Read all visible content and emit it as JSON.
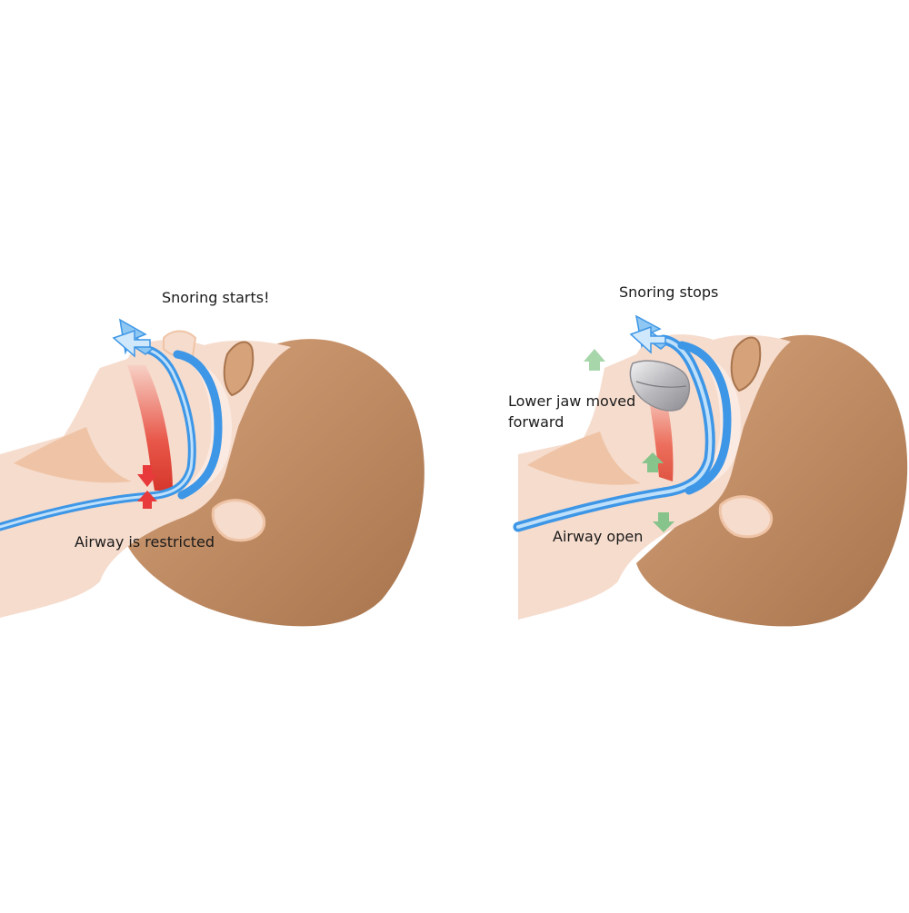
{
  "left_panel": {
    "title": "Snoring starts!",
    "airway_label": "Airway is restricted"
  },
  "right_panel": {
    "title": "Snoring stops",
    "jaw_label_line1": "Lower jaw moved",
    "jaw_label_line2": "forward",
    "airway_label": "Airway open"
  },
  "colors": {
    "skin": "#f6dccd",
    "skin_dark": "#efc4a6",
    "hair": "#c48f66",
    "hair_dark": "#a8744d",
    "airway_blue": "#3d96e6",
    "restriction_red": "#e83a3a",
    "throat_red": "#e86a55",
    "jaw_arrow_green": "#86c48c",
    "device_grey": "#b9b9bd"
  }
}
